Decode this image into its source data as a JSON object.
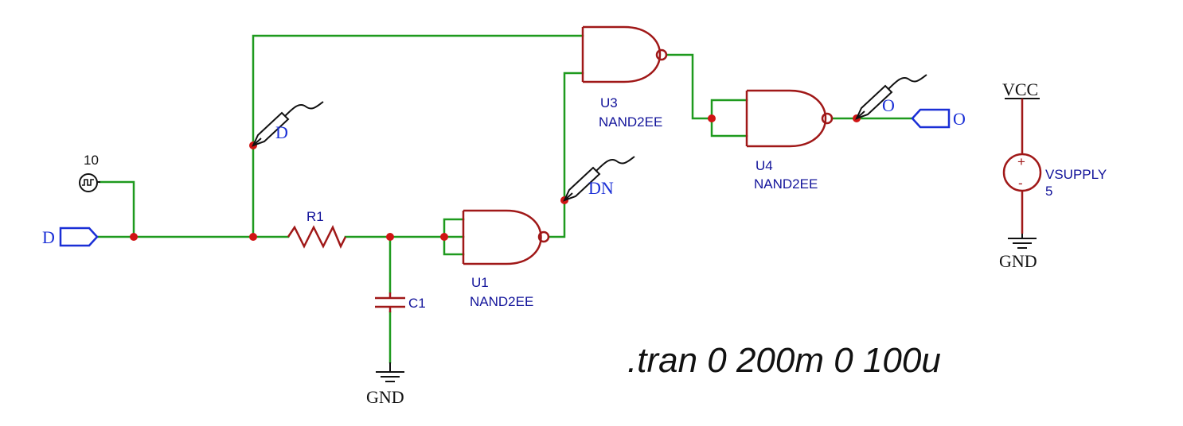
{
  "colors": {
    "wire": "#1e9a1e",
    "component": "#a01818",
    "port": "#1a2fd6",
    "label": "#12139a",
    "junction": "#d01414"
  },
  "ports": {
    "input_label": "D",
    "output_label": "O"
  },
  "probes": {
    "d": "D",
    "dn": "DN",
    "o": "O"
  },
  "source": {
    "value": "10"
  },
  "resistor": {
    "ref": "R1"
  },
  "capacitor": {
    "ref": "C1"
  },
  "gates": {
    "u1": {
      "ref": "U1",
      "model": "NAND2EE"
    },
    "u3": {
      "ref": "U3",
      "model": "NAND2EE"
    },
    "u4": {
      "ref": "U4",
      "model": "NAND2EE"
    }
  },
  "supply": {
    "rail": "VCC",
    "name": "VSUPPLY",
    "value": "5",
    "plus": "+",
    "minus": "-"
  },
  "grounds": {
    "cap_ground": "GND",
    "supply_ground": "GND"
  },
  "directive": ".tran 0 200m 0 100u"
}
